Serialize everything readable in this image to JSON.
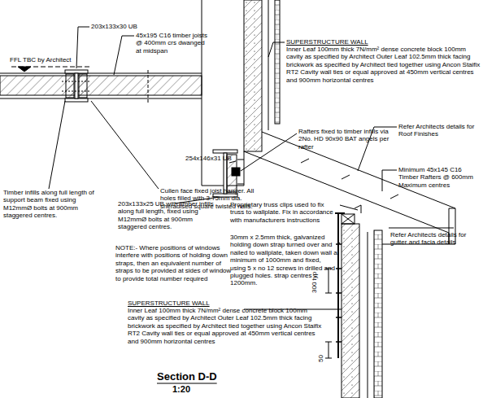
{
  "diagram": {
    "title": "Section D-D",
    "labels": [
      "203x133x30 UB",
      "45x195 C16 timber joists @ 400mm crs dwanged at midspan",
      "FFL TBC by Architect",
      "SUPERSTRUCTURE WALL",
      "Inner Leaf 100mm thick 7N/mm² dense concrete block 100mm cavity as specified by Architect Outer Leaf 102.5mm thick facing brickwork as specified by Architect tied together using Ancon Staifix RT2 Cavity wall ties or equal approved at 450mm vertical centres and 900mm horizontal centres",
      "Timber infills along full length of support beam fixed using M12mmØ bolts at 900mm staggered centres.",
      "Cullen face fixed joist hanger. All holes filled with 3.75mm dia. sheradised square twisted nails.",
      "Rafters fixed to timber infills via 2No. HD 90x90 BAT angels per rafter",
      "Refer Architects details for Roof Finishes",
      "254x146x31 UB",
      "Minimum 45x145 C16 Timber Rafters @ 600mm Maximum centres",
      "203x133x25 UB with timber infills along full length, fixed using M12mmØ bolts at 900mm staggered centres.",
      "Refer Architects details for gutter and facia details",
      "NOTE:- Where positions of windows interfere with positions of holding down straps, then an equivalent number of straps to be provided at sides of window to provide total number required",
      "Proprietary truss clips used to fix truss to wallplate. Fix in accordance with manufacturers instructions",
      "30mm x 2.5mm thick, galvanized holding down strap turned over and nailed to wallplate, taken down wall a minimum of 1000mm and fixed, using 5 x no 12 screws in drilled and plugged holes. strap centres = 1200mm.",
      "300 typ",
      "50",
      "SUPERSTRUCTURE WALL",
      "Inner Leaf 100mm thick 7N/mm² dense concrete block 100mm cavity as specified by Architect Outer Leaf 102.5mm thick facing brickwork as specified by Architect tied together using Ancon Staifix RT2 Cavity wall ties or equal approved at 450mm vertical centres and 900mm horizontal centres",
      "1:20"
    ]
  }
}
